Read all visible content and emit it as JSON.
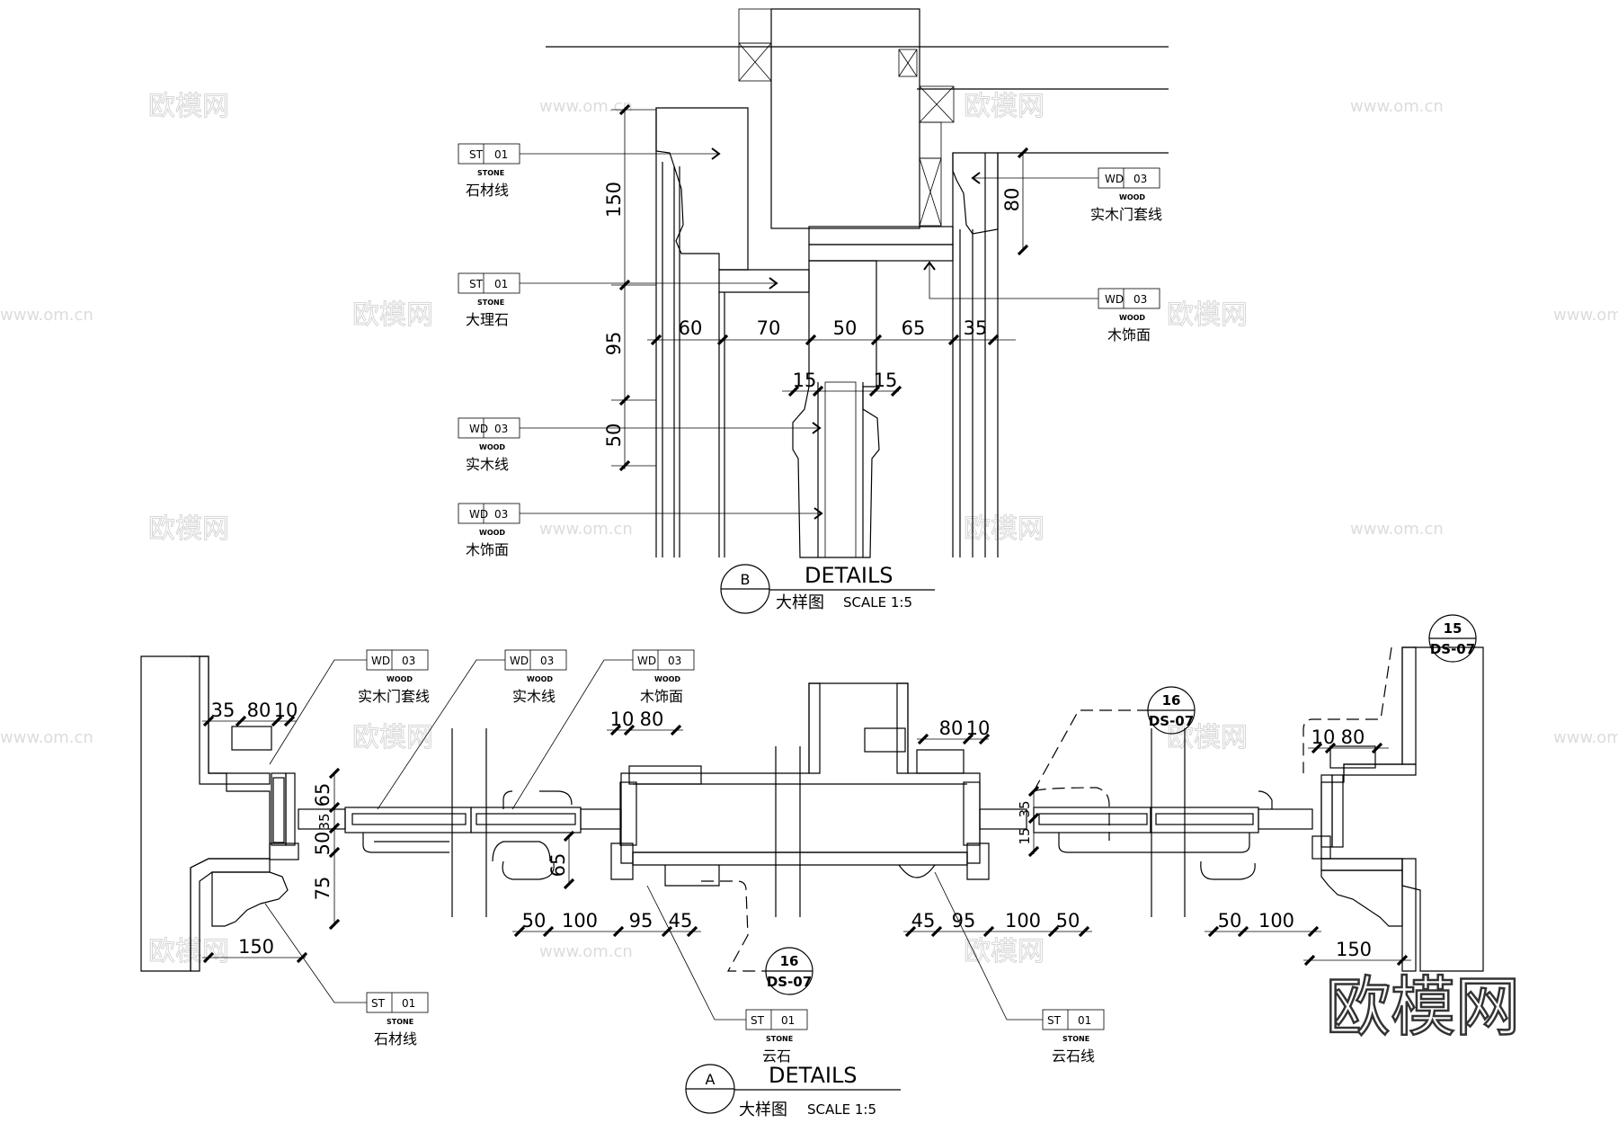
{
  "watermark": {
    "logo": "欧模网",
    "url": "www.om.cn"
  },
  "detail_b": {
    "marker": "B",
    "title": "DETAILS",
    "subtitle": "大样图",
    "scale": "SCALE   1:5",
    "tags": [
      {
        "code": "ST",
        "num": "01",
        "material": "STONE",
        "label": "石材线"
      },
      {
        "code": "ST",
        "num": "01",
        "material": "STONE",
        "label": "大理石"
      },
      {
        "code": "WD",
        "num": "03",
        "material": "WOOD",
        "label": "实木线"
      },
      {
        "code": "WD",
        "num": "03",
        "material": "WOOD",
        "label": "木饰面"
      },
      {
        "code": "WD",
        "num": "03",
        "material": "WOOD",
        "label": "实木门套线"
      },
      {
        "code": "WD",
        "num": "03",
        "material": "WOOD",
        "label": "木饰面"
      }
    ],
    "dims": [
      "150",
      "95",
      "50",
      "60",
      "70",
      "50",
      "65",
      "35",
      "15",
      "15",
      "80"
    ]
  },
  "detail_a": {
    "marker": "A",
    "title": "DETAILS",
    "subtitle": "大样图",
    "scale": "SCALE   1:5",
    "tags": [
      {
        "code": "WD",
        "num": "03",
        "material": "WOOD",
        "label": "实木门套线"
      },
      {
        "code": "WD",
        "num": "03",
        "material": "WOOD",
        "label": "实木线"
      },
      {
        "code": "WD",
        "num": "03",
        "material": "WOOD",
        "label": "木饰面"
      },
      {
        "code": "ST",
        "num": "01",
        "material": "STONE",
        "label": "石材线"
      },
      {
        "code": "ST",
        "num": "01",
        "material": "STONE",
        "label": "云石"
      },
      {
        "code": "ST",
        "num": "01",
        "material": "STONE",
        "label": "云石线"
      }
    ],
    "refs": [
      {
        "num": "16",
        "sheet": "DS-07"
      },
      {
        "num": "16",
        "sheet": "DS-07"
      },
      {
        "num": "15",
        "sheet": "DS-07"
      }
    ],
    "dims": [
      "35",
      "80",
      "10",
      "65",
      "35",
      "50",
      "75",
      "150",
      "10",
      "80",
      "80",
      "10",
      "65",
      "50",
      "100",
      "95",
      "45",
      "45",
      "95",
      "100",
      "50",
      "35",
      "15",
      "10",
      "80",
      "50",
      "100",
      "150"
    ]
  }
}
